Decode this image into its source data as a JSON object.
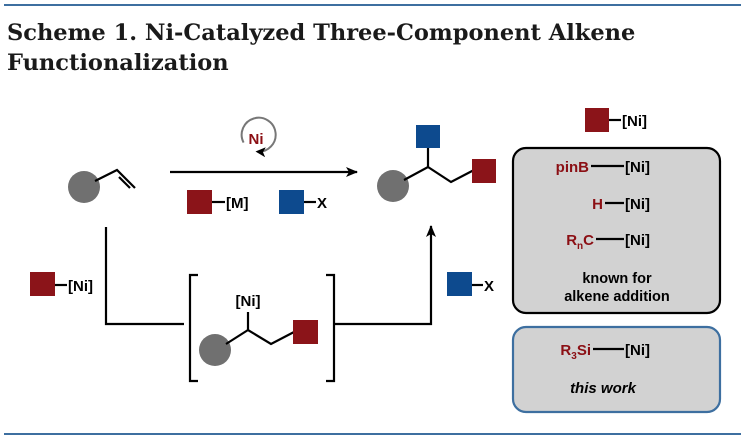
{
  "title": {
    "line1": "Scheme 1. Ni-Catalyzed Three-Component Alkene",
    "line2": "Functionalization"
  },
  "colors": {
    "rule": "#3d6fa0",
    "red_square": "#8b1419",
    "blue_square": "#0d4a8e",
    "gray_circle": "#707070",
    "panel_fill": "#d2d2d2",
    "panel_blue_border": "#3d6fa0"
  },
  "scheme": {
    "catalyst": "Ni",
    "reagent_metal": "[M]",
    "electrophile_x": "X",
    "ni_tag": "[Ni]",
    "intermediate_ni": "[Ni]",
    "x_bottom": "X"
  },
  "panel": {
    "top_label": "[Ni]",
    "known": {
      "rows": [
        {
          "group": "pinB",
          "sub": "",
          "suffix": "",
          "metal": "[Ni]"
        },
        {
          "group": "H",
          "sub": "",
          "suffix": "",
          "metal": "[Ni]"
        },
        {
          "group": "R",
          "sub": "n",
          "suffix": "C",
          "metal": "[Ni]"
        }
      ],
      "caption_line1": "known for",
      "caption_line2": "alkene addition"
    },
    "this_work": {
      "group": "R",
      "sub": "3",
      "suffix": "Si",
      "metal": "[Ni]",
      "caption": "this work"
    }
  }
}
